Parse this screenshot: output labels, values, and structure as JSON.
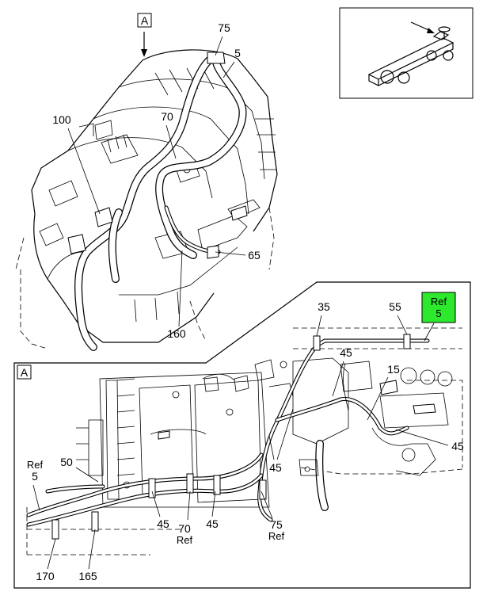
{
  "view_marker": "A",
  "top_view": {
    "callouts": {
      "c75": "75",
      "c5": "5",
      "c100": "100",
      "c70": "70",
      "c65": "65",
      "c160": "160"
    }
  },
  "detail_view": {
    "marker": "A",
    "ref_box": {
      "line1": "Ref",
      "line2": "5",
      "fill": "#2ee82e"
    },
    "callouts": {
      "c35": "35",
      "c55": "55",
      "c45_top": "45",
      "c15": "15",
      "c45_right": "45",
      "c45_mid": "45",
      "c50": "50",
      "c45_low1": "45",
      "c45_low2": "45",
      "c70": "70",
      "c75": "75",
      "c170": "170",
      "c165": "165"
    },
    "ref_labels": {
      "ref5_left_a": "Ref",
      "ref5_left_b": "5",
      "ref_70": "Ref",
      "ref_75": "Ref"
    }
  },
  "icons": {
    "locator": "vehicle-chassis-locator-icon",
    "arrow": "view-direction-arrow-icon"
  }
}
